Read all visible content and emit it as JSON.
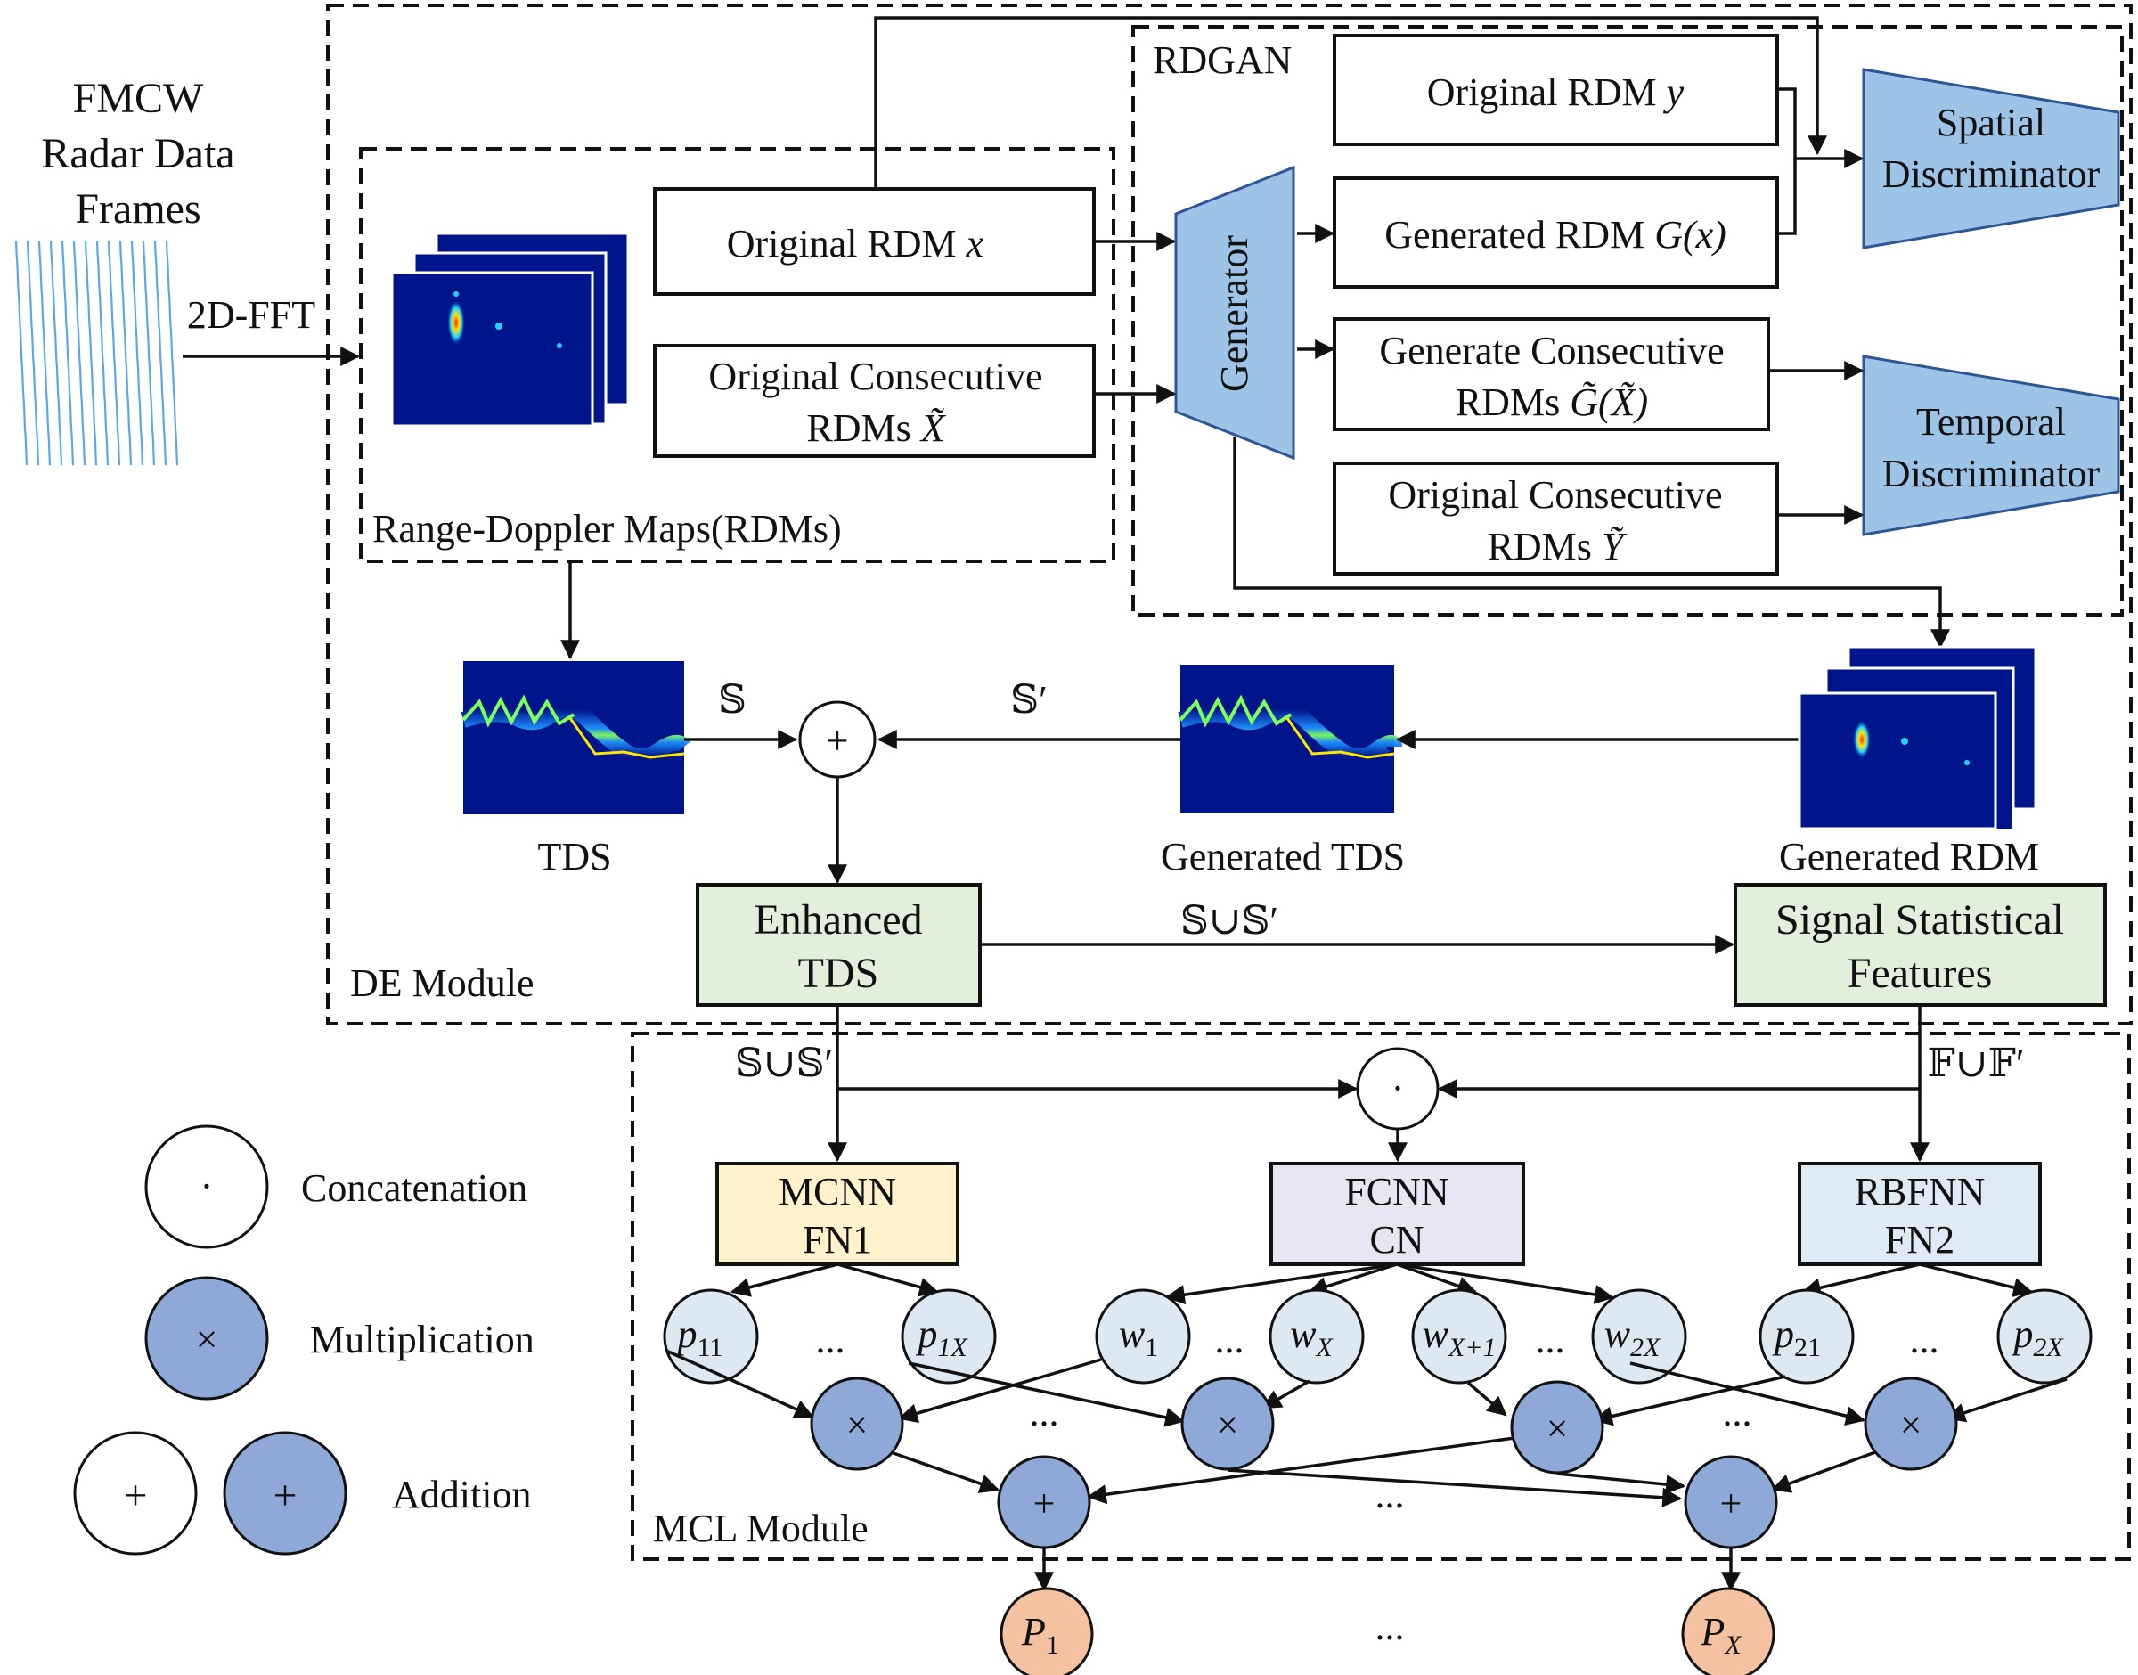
{
  "colors": {
    "discriminator_fill": "#9dc3e6",
    "enhanced_tds_fill": "#e2efda",
    "mcnn_fill": "#fff2cc",
    "fcnn_fill": "#e7e6f3",
    "rbfnn_fill": "#deebf7",
    "weight_node_fill": "#dde9f2",
    "operator_node_fill": "#8ea9d8",
    "output_node_fill": "#f5c2a1",
    "heatmap_background": "#00148c"
  },
  "input": {
    "title_lines": [
      "FMCW",
      "Radar Data",
      "Frames"
    ],
    "fft_label": "2D-FFT"
  },
  "modules": {
    "rdgan": "RDGAN",
    "rdm_group": "Range-Doppler Maps(RDMs)",
    "de": "DE Module",
    "mcl": "MCL Module"
  },
  "rdm_group": {
    "original_rdm": "Original RDM",
    "original_rdm_var": "x",
    "consecutive_line1": "Original  Consecutive",
    "consecutive_line2": "RDMs",
    "consecutive_var": "X̃"
  },
  "rdgan": {
    "generator": "Generator",
    "original_rdm_y": "Original RDM",
    "original_rdm_y_var": "y",
    "generated_rdm": "Generated RDM",
    "generated_rdm_var": "G(x)",
    "generate_consecutive_line1": "Generate Consecutive",
    "generate_consecutive_line2": "RDMs",
    "generate_consecutive_var": "G̃(X̃)",
    "original_consecutive_y_line1": "Original  Consecutive",
    "original_consecutive_y_line2": "RDMs",
    "original_consecutive_y_var": "Ỹ",
    "spatial_line1": "Spatial",
    "spatial_line2": "Discriminator",
    "temporal_line1": "Temporal",
    "temporal_line2": "Discriminator"
  },
  "de": {
    "tds": "TDS",
    "generated_tds": "Generated TDS",
    "generated_rdm": "Generated RDM",
    "s_symbol": "𝕊",
    "s_prime_symbol": "𝕊′",
    "union_symbol": "𝕊∪𝕊′",
    "plus_symbol": "+",
    "enhanced_line1": "Enhanced",
    "enhanced_line2": "TDS",
    "stats_line1": "Signal Statistical",
    "stats_line2": "Features"
  },
  "mcl": {
    "union_s": "𝕊∪𝕊′",
    "union_f": "𝔽∪𝔽′",
    "concat_symbol": "·",
    "mcnn_line1": "MCNN",
    "mcnn_line2": "FN1",
    "fcnn_line1": "FCNN",
    "fcnn_line2": "CN",
    "rbfnn_line1": "RBFNN",
    "rbfnn_line2": "FN2",
    "nodes_p1": [
      {
        "base": "p",
        "sub": "11"
      },
      {
        "base": "p",
        "sub": "1X"
      }
    ],
    "nodes_w1": [
      {
        "base": "w",
        "sub": "1"
      },
      {
        "base": "w",
        "sub": "X"
      }
    ],
    "nodes_w2": [
      {
        "base": "w",
        "sub": "X+1"
      },
      {
        "base": "w",
        "sub": "2X"
      }
    ],
    "nodes_p2": [
      {
        "base": "p",
        "sub": "21"
      },
      {
        "base": "p",
        "sub": "2X"
      }
    ],
    "mult_symbol": "×",
    "plus_symbol": "+",
    "outputs": [
      {
        "base": "P",
        "sub": "1"
      },
      {
        "base": "P",
        "sub": "X"
      }
    ],
    "ellipsis": "..."
  },
  "legend": {
    "concat_symbol": "·",
    "concatenation": "Concatenation",
    "mult_symbol": "×",
    "multiplication": "Multiplication",
    "plus_symbol": "+",
    "addition": "Addition"
  }
}
